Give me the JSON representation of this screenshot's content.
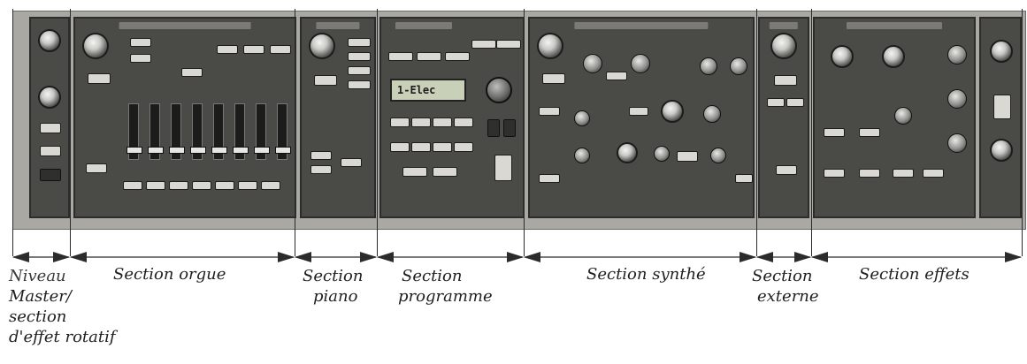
{
  "labels": {
    "master_rotary": [
      "Niveau",
      "Master/",
      "section",
      "d'effet rotatif"
    ],
    "organ": "Section orgue",
    "piano": [
      "Section",
      "piano"
    ],
    "program": [
      "Section",
      "programme"
    ],
    "synth": "Section synthé",
    "external": [
      "Section",
      "externe"
    ],
    "effects": "Section effets"
  },
  "display": {
    "lcd_text": "1-Elec"
  },
  "colors": {
    "panel": "#a9a8a3",
    "section": "#4a4a47",
    "line": "#2b2b2b"
  }
}
